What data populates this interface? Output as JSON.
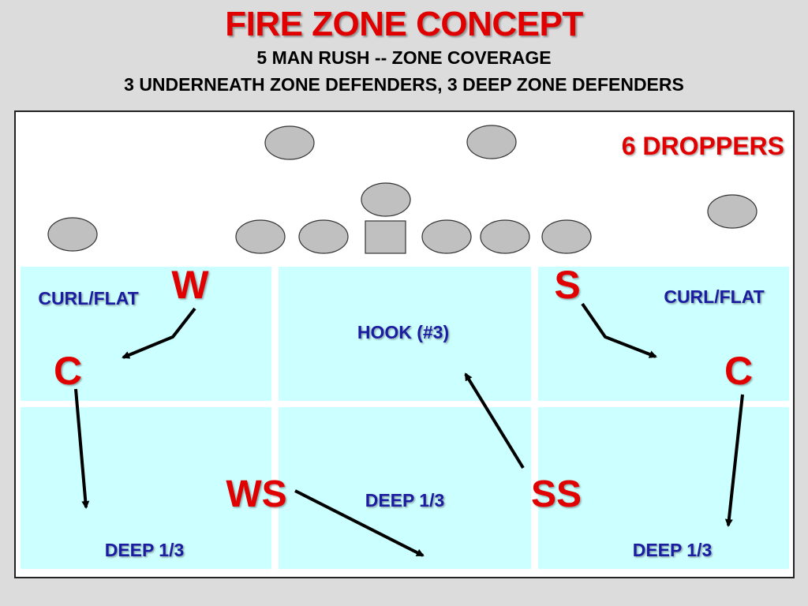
{
  "header": {
    "title": "FIRE ZONE CONCEPT",
    "subtitle1": "5 MAN RUSH -- ZONE COVERAGE",
    "subtitle2": "3 UNDERNEATH ZONE DEFENDERS, 3 DEEP ZONE DEFENDERS"
  },
  "diagram": {
    "droppers_label": "6 DROPPERS",
    "zones": {
      "curl_flat_left": "CURL/FLAT",
      "hook": "HOOK (#3)",
      "curl_flat_right": "CURL/FLAT",
      "deep_left": "DEEP 1/3",
      "deep_middle": "DEEP 1/3",
      "deep_right": "DEEP 1/3"
    },
    "defenders": {
      "w": "W",
      "s": "S",
      "c_left": "C",
      "c_right": "C",
      "ws": "WS",
      "ss": "SS"
    },
    "colors": {
      "title_red": "#e00000",
      "zone_blue": "#1a1aa0",
      "zone_fill": "#ccffff",
      "offense_gray": "#c0c0c0"
    }
  }
}
